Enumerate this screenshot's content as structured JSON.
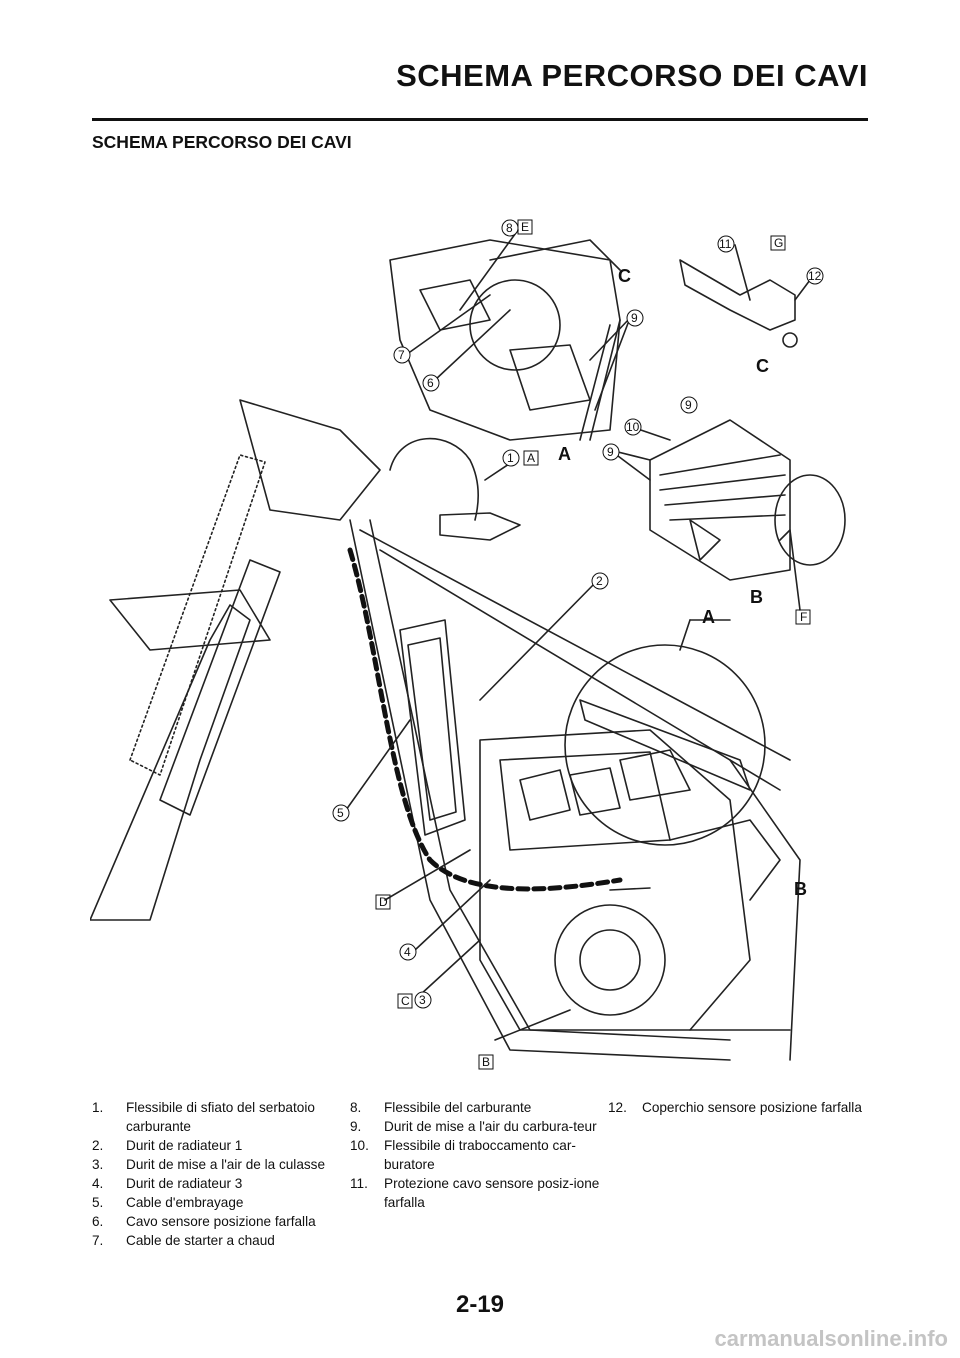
{
  "header": {
    "title": "SCHEMA PERCORSO DEI CAVI"
  },
  "section": {
    "heading": "SCHEMA PERCORSO DEI CAVI"
  },
  "figure": {
    "labels": {
      "A": "A",
      "B": "B",
      "C": "C",
      "D": "D",
      "E": "E",
      "F": "F",
      "G": "G"
    },
    "callouts": {
      "n1": "1",
      "n2": "2",
      "n3": "3",
      "n4": "4",
      "n5": "5",
      "n6": "6",
      "n7": "7",
      "n8": "8",
      "n9": "9",
      "n10": "10",
      "n11": "11",
      "n12": "12"
    }
  },
  "legend": {
    "col1": [
      {
        "num": "1.",
        "text": "Flessibile di sfiato del serbatoio carburante"
      },
      {
        "num": "2.",
        "text": "Durit de radiateur 1"
      },
      {
        "num": "3.",
        "text": "Durit de mise a l'air de la culasse"
      },
      {
        "num": "4.",
        "text": "Durit de radiateur 3"
      },
      {
        "num": "5.",
        "text": "Cable d'embrayage"
      },
      {
        "num": "6.",
        "text": "Cavo sensore posizione farfalla"
      },
      {
        "num": "7.",
        "text": "Cable de starter a chaud"
      }
    ],
    "col2": [
      {
        "num": "8.",
        "text": "Flessibile del carburante"
      },
      {
        "num": "9.",
        "text": "Durit de mise a l'air du carbura-teur"
      },
      {
        "num": "10.",
        "text": "Flessibile di traboccamento car-buratore"
      },
      {
        "num": "11.",
        "text": "Protezione cavo sensore posiz-ione farfalla"
      }
    ],
    "col3": [
      {
        "num": "12.",
        "text": "Coperchio sensore posizione farfalla"
      }
    ]
  },
  "page_number": "2-19",
  "watermark": "carmanualsonline.info"
}
